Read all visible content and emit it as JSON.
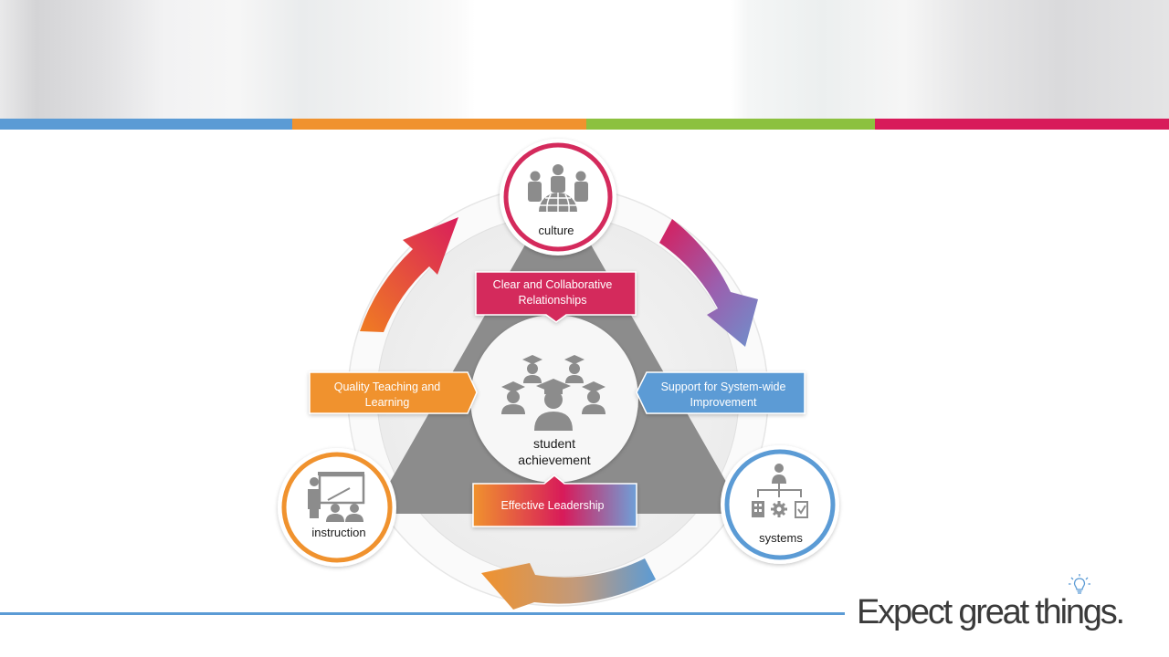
{
  "header": {
    "bar_colors": [
      "#5b9bd5",
      "#f0922e",
      "#8cc13f",
      "#d81b5a"
    ]
  },
  "diagram": {
    "center": {
      "line1": "student",
      "line2": "achievement",
      "icon": "graduates-group-icon"
    },
    "nodes": {
      "culture": {
        "label": "culture",
        "color": "#d42a5c",
        "icon": "team-globe-icon"
      },
      "instruction": {
        "label": "instruction",
        "color": "#f0922e",
        "icon": "teacher-board-icon"
      },
      "systems": {
        "label": "systems",
        "color": "#5b9bd5",
        "icon": "org-chart-icon"
      }
    },
    "connectors": {
      "top": {
        "line1": "Clear and Collaborative",
        "line2": "Relationships",
        "color": "#d42a5c"
      },
      "left": {
        "line1": "Quality Teaching and",
        "line2": "Learning",
        "color": "#f0922e"
      },
      "right": {
        "line1": "Support for System-wide",
        "line2": "Improvement",
        "color": "#5b9bd5"
      },
      "bottom": {
        "line1": "Effective Leadership"
      }
    },
    "triangle_color": "#8c8c8c"
  },
  "footer": {
    "tagline": "Expect great things.",
    "icon": "lightbulb-icon",
    "line_color": "#5b9bd5"
  }
}
